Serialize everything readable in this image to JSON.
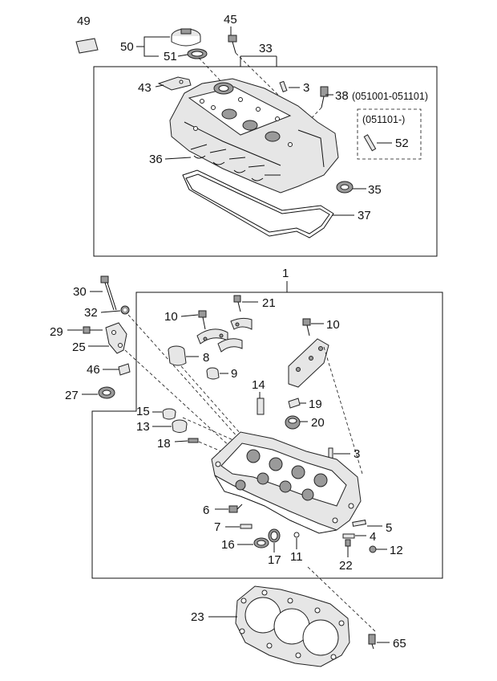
{
  "callouts": {
    "c49": "49",
    "c50": "50",
    "c51": "51",
    "c45": "45",
    "c33": "33",
    "c43": "43",
    "c3a": "3",
    "c38": "38",
    "c38range": "(051001-051101)",
    "c52range": "(051101-)",
    "c52": "52",
    "c36": "36",
    "c35": "35",
    "c37": "37",
    "c1": "1",
    "c30": "30",
    "c32": "32",
    "c29": "29",
    "c25": "25",
    "c46": "46",
    "c27": "27",
    "c10a": "10",
    "c21": "21",
    "c10b": "10",
    "c8": "8",
    "c9": "9",
    "c14": "14",
    "c19": "19",
    "c20": "20",
    "c15": "15",
    "c13": "13",
    "c18": "18",
    "c3b": "3",
    "c6": "6",
    "c7": "7",
    "c5": "5",
    "c4": "4",
    "c12": "12",
    "c16": "16",
    "c17": "17",
    "c11": "11",
    "c22": "22",
    "c23": "23",
    "c65": "65"
  },
  "colors": {
    "line": "#111111",
    "background": "#ffffff",
    "part_fill": "#e6e6e6",
    "part_dark": "#9a9a9a"
  }
}
